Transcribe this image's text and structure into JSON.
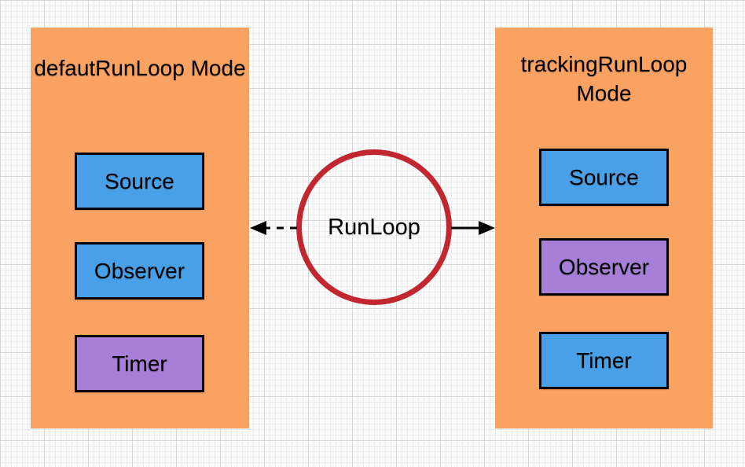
{
  "colors": {
    "panel_fill": "#F9A262",
    "node_blue": "#4AA0E6",
    "node_purple": "#A77FD8",
    "circle_stroke": "#C2262E",
    "arrow": "#000000",
    "grid_minor": "#ececec",
    "grid_major": "#d7d7d7",
    "background": "#fcfcfc",
    "text": "#000000"
  },
  "center": {
    "label": "RunLoop",
    "arrow_left_style": "dashed",
    "arrow_right_style": "solid"
  },
  "left_panel": {
    "title": "defautRunLoop Mode",
    "items": [
      {
        "label": "Source",
        "fill": "#4AA0E6"
      },
      {
        "label": "Observer",
        "fill": "#4AA0E6"
      },
      {
        "label": "Timer",
        "fill": "#A77FD8"
      }
    ]
  },
  "right_panel": {
    "title": "trackingRunLoop Mode",
    "items": [
      {
        "label": "Source",
        "fill": "#4AA0E6"
      },
      {
        "label": "Observer",
        "fill": "#A77FD8"
      },
      {
        "label": "Timer",
        "fill": "#4AA0E6"
      }
    ]
  }
}
